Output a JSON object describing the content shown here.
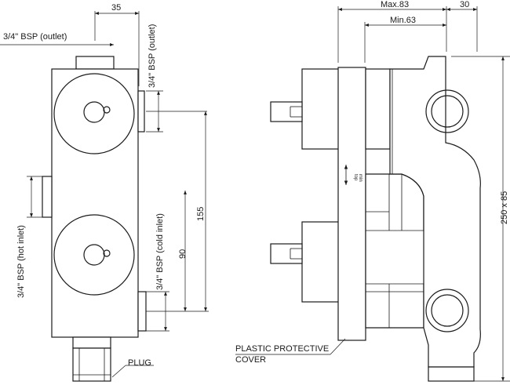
{
  "front_view": {
    "dim_width": "35",
    "label_outlet_left": "3/4\" BSP (outlet)",
    "label_outlet_vertical": "3/4\" BSP (outlet)",
    "label_hot_inlet": "3/4\" BSP (hot inlet)",
    "label_cold_inlet": "3/4\" BSP (cold inlet)",
    "dim_90": "90",
    "dim_155": "155",
    "label_plug": "PLUG"
  },
  "side_view": {
    "dim_max": "Max.83",
    "dim_min": "Min.63",
    "dim_30": "30",
    "dim_body": "250 x 85",
    "label_cover_line1": "PLASTIC PROTECTIVE",
    "label_cover_line2": "COVER",
    "level_mark_top": "top",
    "level_mark_min": "min"
  }
}
